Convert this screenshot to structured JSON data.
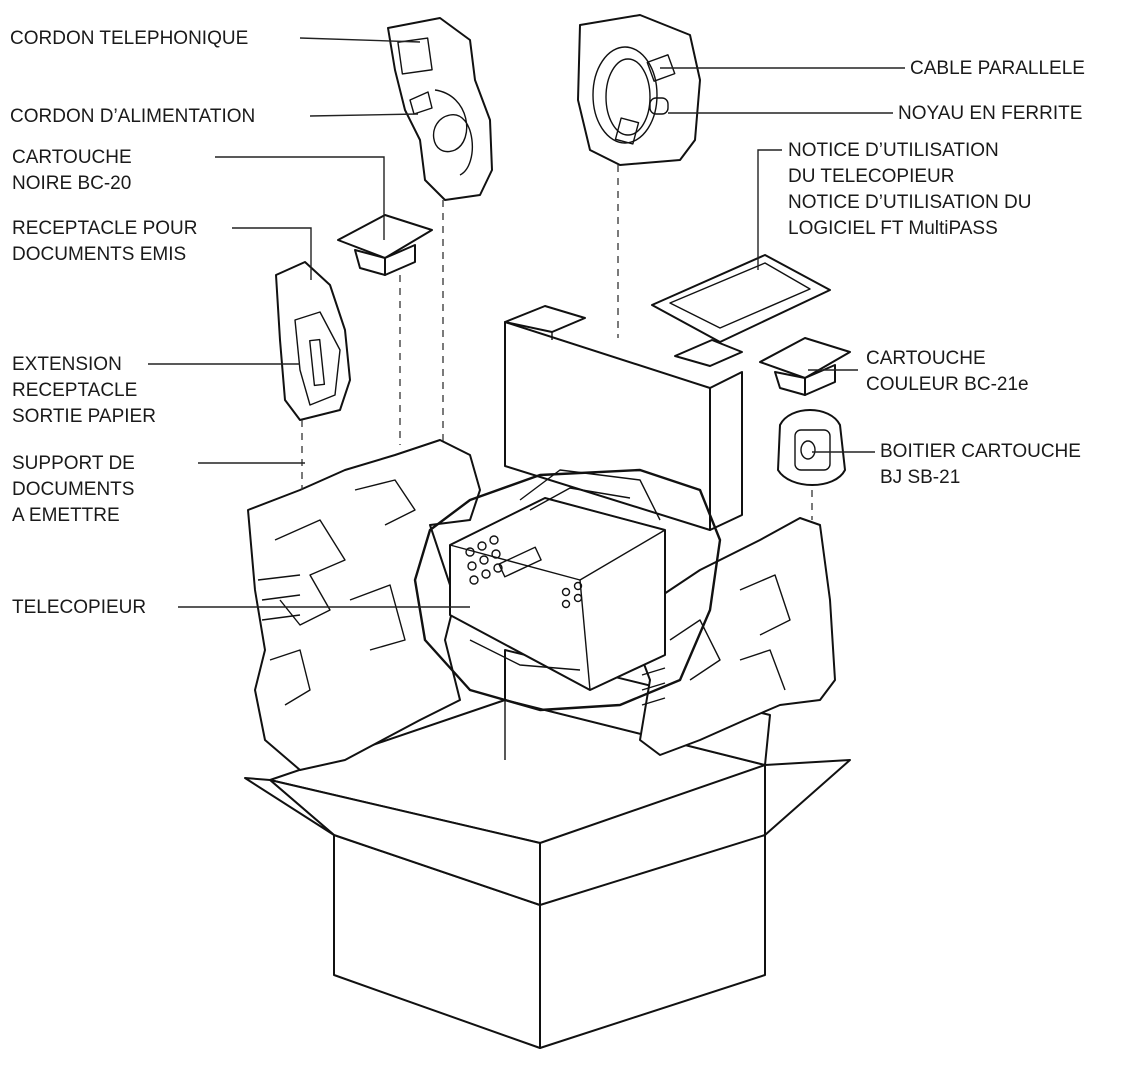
{
  "labels": {
    "cordon_telephonique": [
      "CORDON TELEPHONIQUE"
    ],
    "cordon_alimentation": [
      "CORDON D’ALIMENTATION"
    ],
    "cartouche_noire": [
      "CARTOUCHE",
      "NOIRE BC-20"
    ],
    "receptacle_documents": [
      "RECEPTACLE POUR",
      "DOCUMENTS EMIS"
    ],
    "extension_receptacle": [
      "EXTENSION",
      "RECEPTACLE",
      "SORTIE PAPIER"
    ],
    "support_documents": [
      "SUPPORT DE",
      "DOCUMENTS",
      "A EMETTRE"
    ],
    "telecopieur": [
      "TELECOPIEUR"
    ],
    "cable_parallele": [
      "CABLE PARALLELE"
    ],
    "noyau_ferrite": [
      "NOYAU EN FERRITE"
    ],
    "notices": [
      "NOTICE D’UTILISATION",
      "DU TELECOPIEUR",
      "NOTICE D’UTILISATION DU",
      "LOGICIEL FT MultiPASS"
    ],
    "cartouche_couleur": [
      "CARTOUCHE",
      "COULEUR BC-21e"
    ],
    "boitier_cartouche": [
      "BOITIER CARTOUCHE",
      "BJ SB-21"
    ]
  }
}
